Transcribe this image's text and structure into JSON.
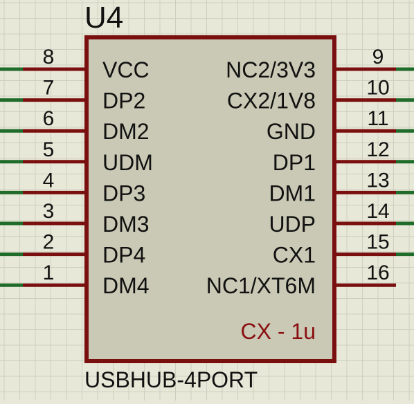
{
  "component": {
    "designator": "U4",
    "value": "CX - 1u",
    "part_name": "USBHUB-4PORT"
  },
  "pins_left": [
    {
      "number": "8",
      "name": "VCC"
    },
    {
      "number": "7",
      "name": "DP2"
    },
    {
      "number": "6",
      "name": "DM2"
    },
    {
      "number": "5",
      "name": "UDM"
    },
    {
      "number": "4",
      "name": "DP3"
    },
    {
      "number": "3",
      "name": "DM3"
    },
    {
      "number": "2",
      "name": "DP4"
    },
    {
      "number": "1",
      "name": "DM4"
    }
  ],
  "pins_right": [
    {
      "number": "9",
      "name": "NC2/3V3"
    },
    {
      "number": "10",
      "name": "CX2/1V8"
    },
    {
      "number": "11",
      "name": "GND"
    },
    {
      "number": "12",
      "name": "DP1"
    },
    {
      "number": "13",
      "name": "DM1"
    },
    {
      "number": "14",
      "name": "UDP"
    },
    {
      "number": "15",
      "name": "CX1"
    },
    {
      "number": "16",
      "name": "NC1/XT6M"
    }
  ],
  "colors": {
    "background": "#e8e8d8",
    "grid": "#cfcfbf",
    "body_fill": "#c9c9b5",
    "outline": "#7a0f0f",
    "wire": "#1f6b2a",
    "text": "#111111",
    "value_text": "#8a1010"
  }
}
